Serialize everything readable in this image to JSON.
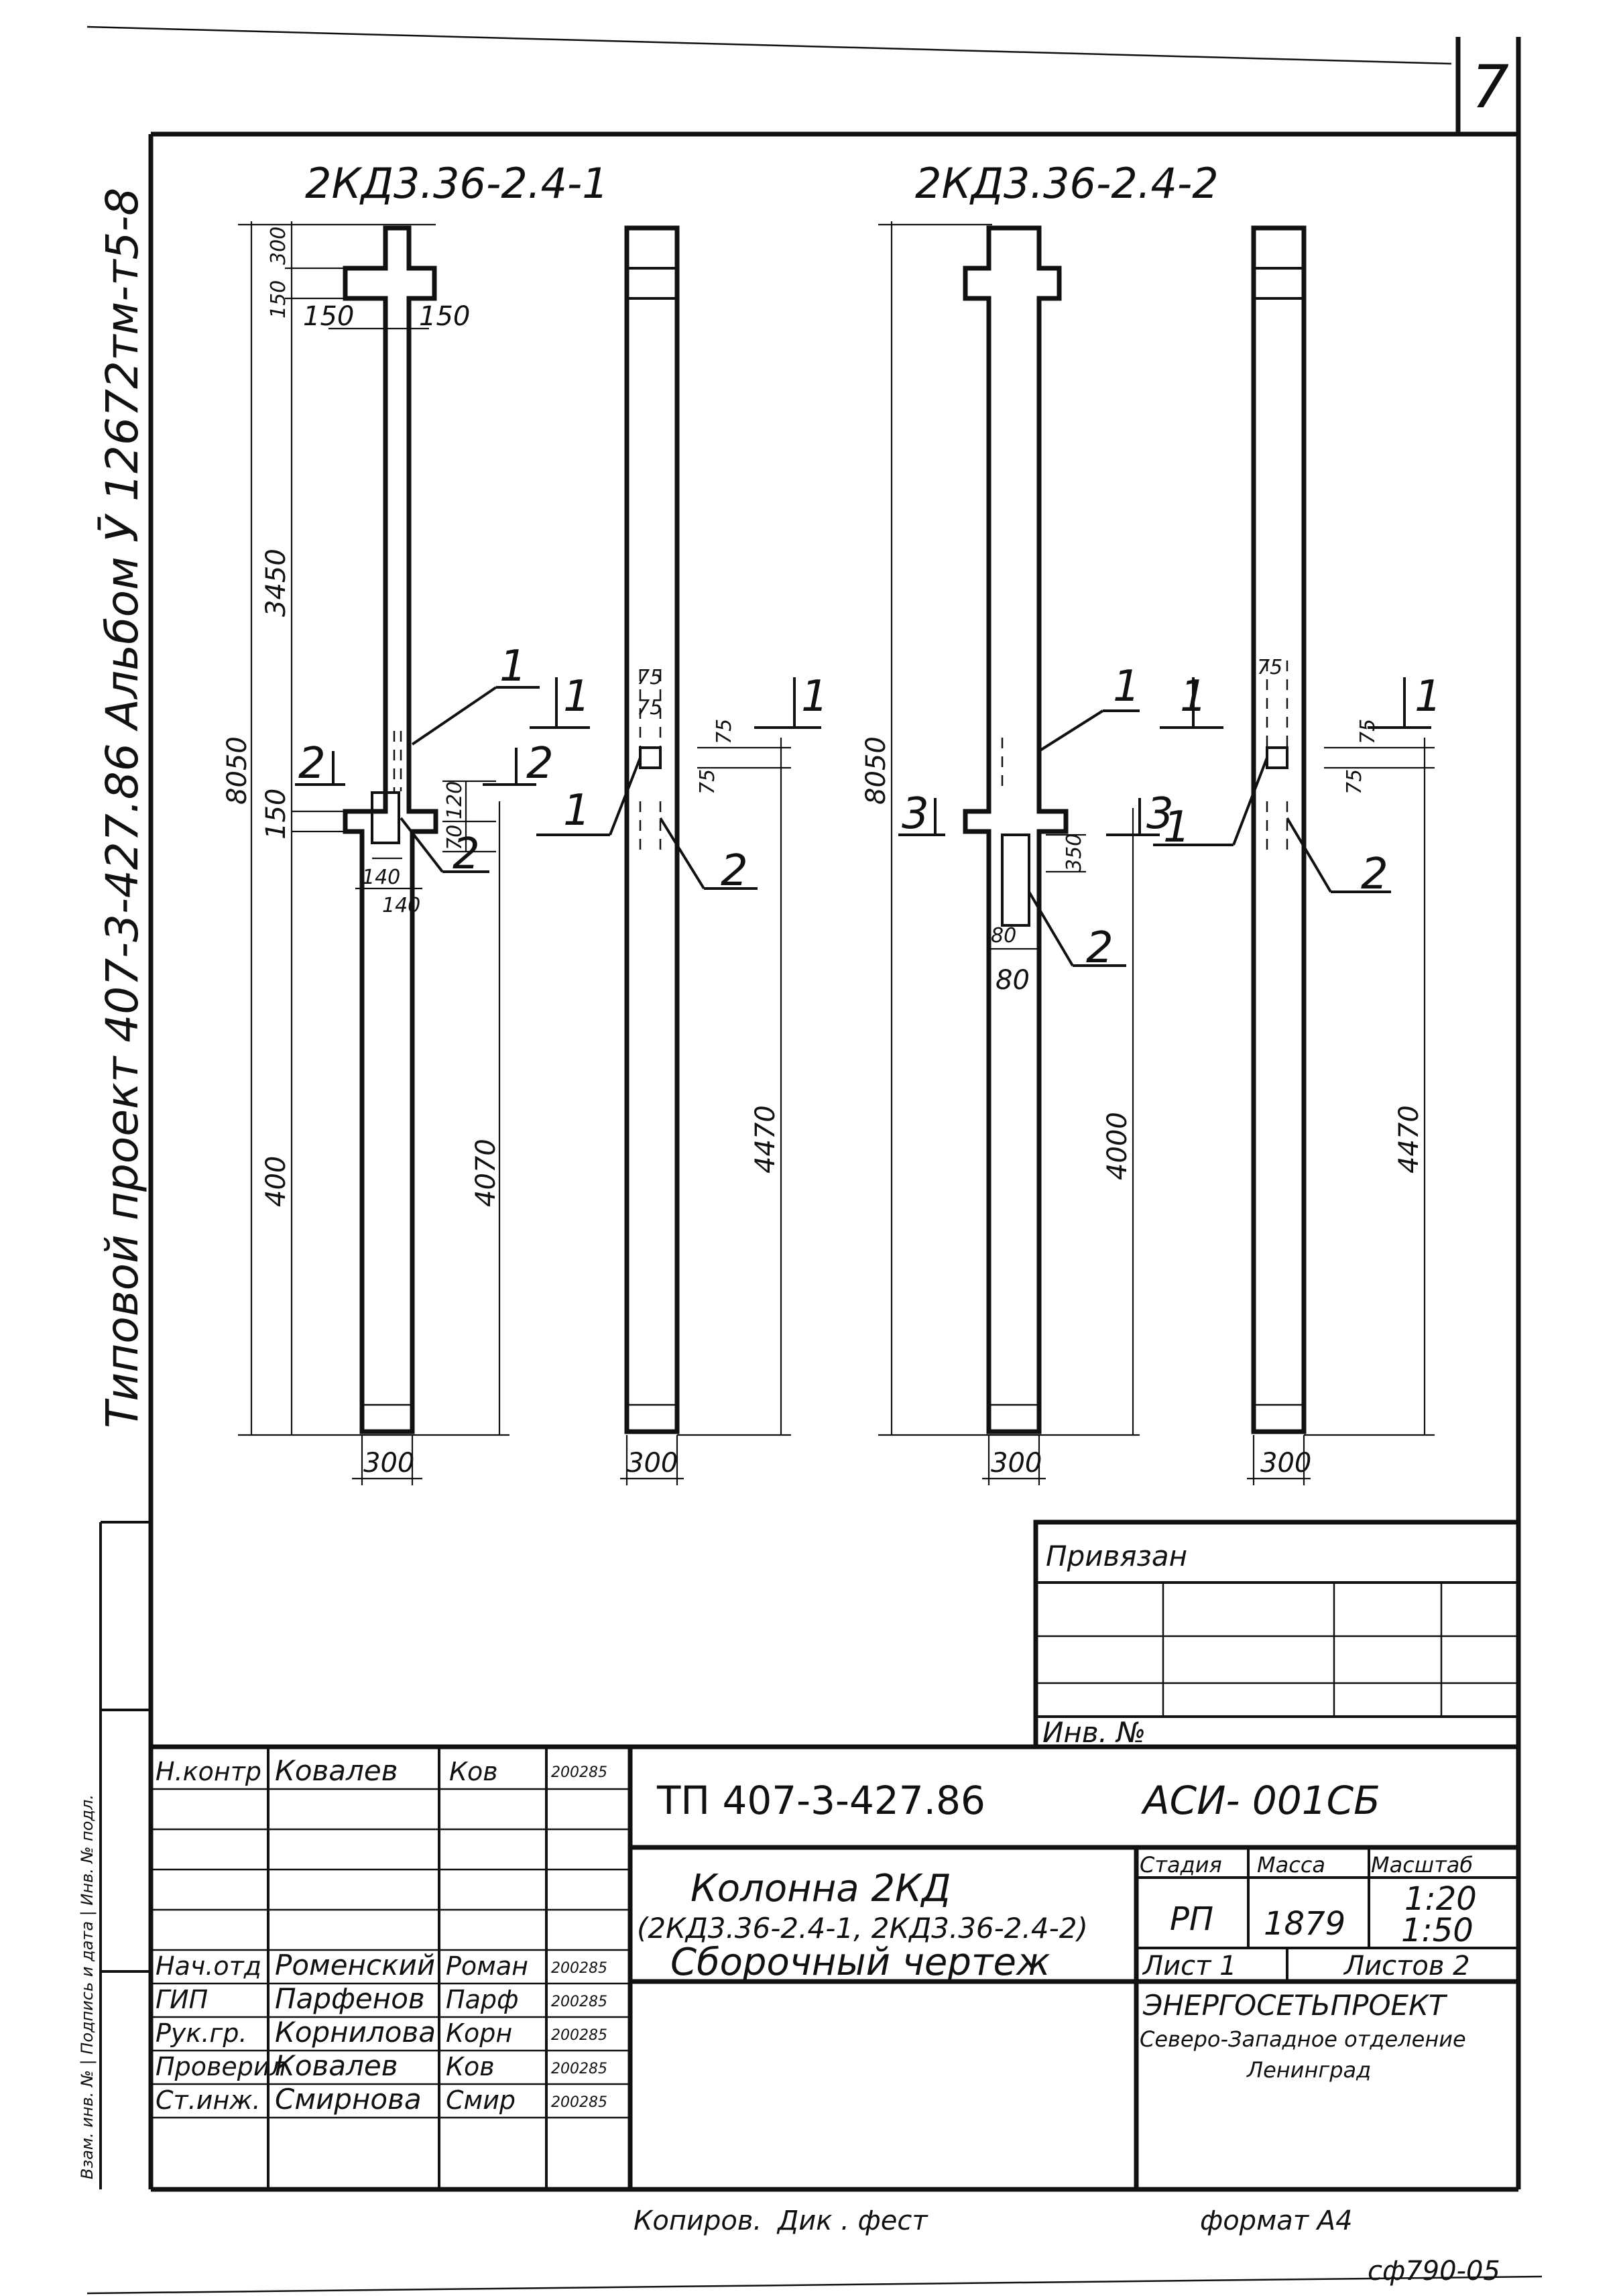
{
  "sheet_number": "7",
  "side_title": "Типовой проект 407-3-427.86 Альбом Ӯ 12672тм-т5-8",
  "left_strip": "Взам. инв. № | Подпись и дата | Инв. № подл.",
  "col1": {
    "label": "2КД3.36-2.4-1",
    "dims": {
      "top": "300",
      "head": "150",
      "right_off": "150",
      "left_off": "150",
      "mid": "3450",
      "total": "8050",
      "step": "150",
      "lower": "400",
      "side_low": "4070",
      "w_mid": "140",
      "w_mid2": "140",
      "h120": "120",
      "h70": "70",
      "width": "300"
    },
    "marks": {
      "m1": "1",
      "m2": "2",
      "sec2_left": "2",
      "sec2_right": "2"
    }
  },
  "col2": {
    "label": "",
    "dims": {
      "t75": "75",
      "l75": "75",
      "v75a": "75",
      "v75b": "75",
      "tall": "4470",
      "width": "300"
    },
    "marks": {
      "m1": "1",
      "m2": "2",
      "sec1": "1"
    }
  },
  "col3": {
    "label": "2КД3.36-2.4-2",
    "dims": {
      "total": "8050",
      "d350": "350",
      "d80a": "80",
      "d80b": "80",
      "d4000": "4000",
      "width": "300"
    },
    "marks": {
      "m1": "1",
      "m2": "2",
      "sec3_left": "3",
      "sec3_right": "3",
      "sec1": "1"
    }
  },
  "col4": {
    "label": "",
    "dims": {
      "t75": "75",
      "v75a": "75",
      "v75b": "75",
      "tall": "4470",
      "width": "300"
    },
    "marks": {
      "m1": "1",
      "m2": "2",
      "sec1": "1"
    }
  },
  "bind_block": {
    "title": "Привязан",
    "inv": "Инв. №"
  },
  "title_block": {
    "code": "ТП 407-3-427.86",
    "doc": "АСИ- 001СБ",
    "name1": "Колонна 2КД",
    "name2": "(2КД3.36-2.4-1, 2КД3.36-2.4-2)",
    "name3": "Сборочный чертеж",
    "stage_hdr": "Стадия",
    "mass_hdr": "Масса",
    "scale_hdr": "Масштаб",
    "stage": "РП",
    "mass": "1879",
    "scale1": "1:20",
    "scale2": "1:50",
    "sheet": "Лист 1",
    "sheets": "Листов 2",
    "org1": "ЭНЕРГОСЕТЬПРОЕКТ",
    "org2": "Северо-Западное отделение",
    "org3": "Ленинград",
    "rows": [
      {
        "role": "Н.контр",
        "name": "Ковалев",
        "sign": "Ков",
        "date": "200285"
      },
      {
        "role": "Нач.отд",
        "name": "Роменский",
        "sign": "Роман",
        "date": "200285"
      },
      {
        "role": "ГИП",
        "name": "Парфенов",
        "sign": "Парф",
        "date": "200285"
      },
      {
        "role": "Рук.гр.",
        "name": "Корнилова",
        "sign": "Корн",
        "date": "200285"
      },
      {
        "role": "Проверил",
        "name": "Ковалев",
        "sign": "Ков",
        "date": "200285"
      },
      {
        "role": "Ст.инж.",
        "name": "Смирнова",
        "sign": "Смир",
        "date": "200285"
      }
    ]
  },
  "footer": {
    "copied": "Копиров.",
    "copied_sign": "Дик . фест",
    "format": "формат А4",
    "stamp": "сф790-05"
  }
}
